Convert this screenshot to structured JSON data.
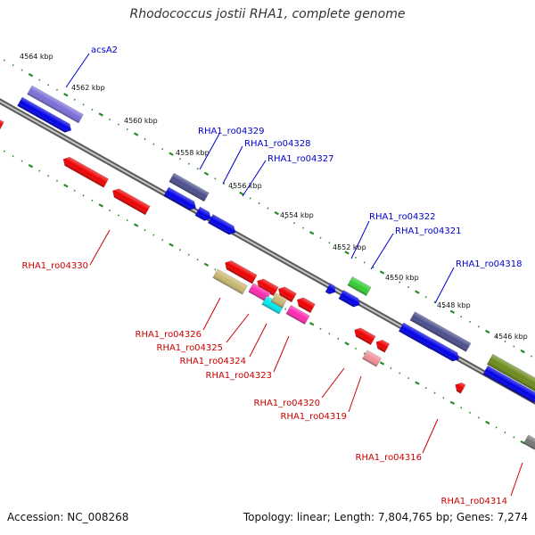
{
  "title": "Rhodococcus jostii RHA1, complete genome",
  "footer": {
    "accession": "Accession: NC_008268",
    "summary": "Topology: linear; Length: 7,804,765 bp; Genes: 7,274"
  },
  "colors": {
    "forward_label": "#0000cc",
    "reverse_label": "#cc0000",
    "backbone": "#8a8a8a",
    "ruler": "#2a8a2a"
  },
  "ruler_labels": [
    "4564 kbp",
    "4562 kbp",
    "4560 kbp",
    "4558 kbp",
    "4556 kbp",
    "4554 kbp",
    "4552 kbp",
    "4550 kbp",
    "4548 kbp",
    "4546 kbp"
  ],
  "forward_genes": [
    "acsA2",
    "RHA1_ro04329",
    "RHA1_ro04328",
    "RHA1_ro04327",
    "RHA1_ro04322",
    "RHA1_ro04321",
    "RHA1_ro04318"
  ],
  "reverse_genes": [
    "RHA1_ro04330",
    "RHA1_ro04326",
    "RHA1_ro04325",
    "RHA1_ro04324",
    "RHA1_ro04323",
    "RHA1_ro04320",
    "RHA1_ro04319",
    "RHA1_ro04316",
    "RHA1_ro04314"
  ]
}
